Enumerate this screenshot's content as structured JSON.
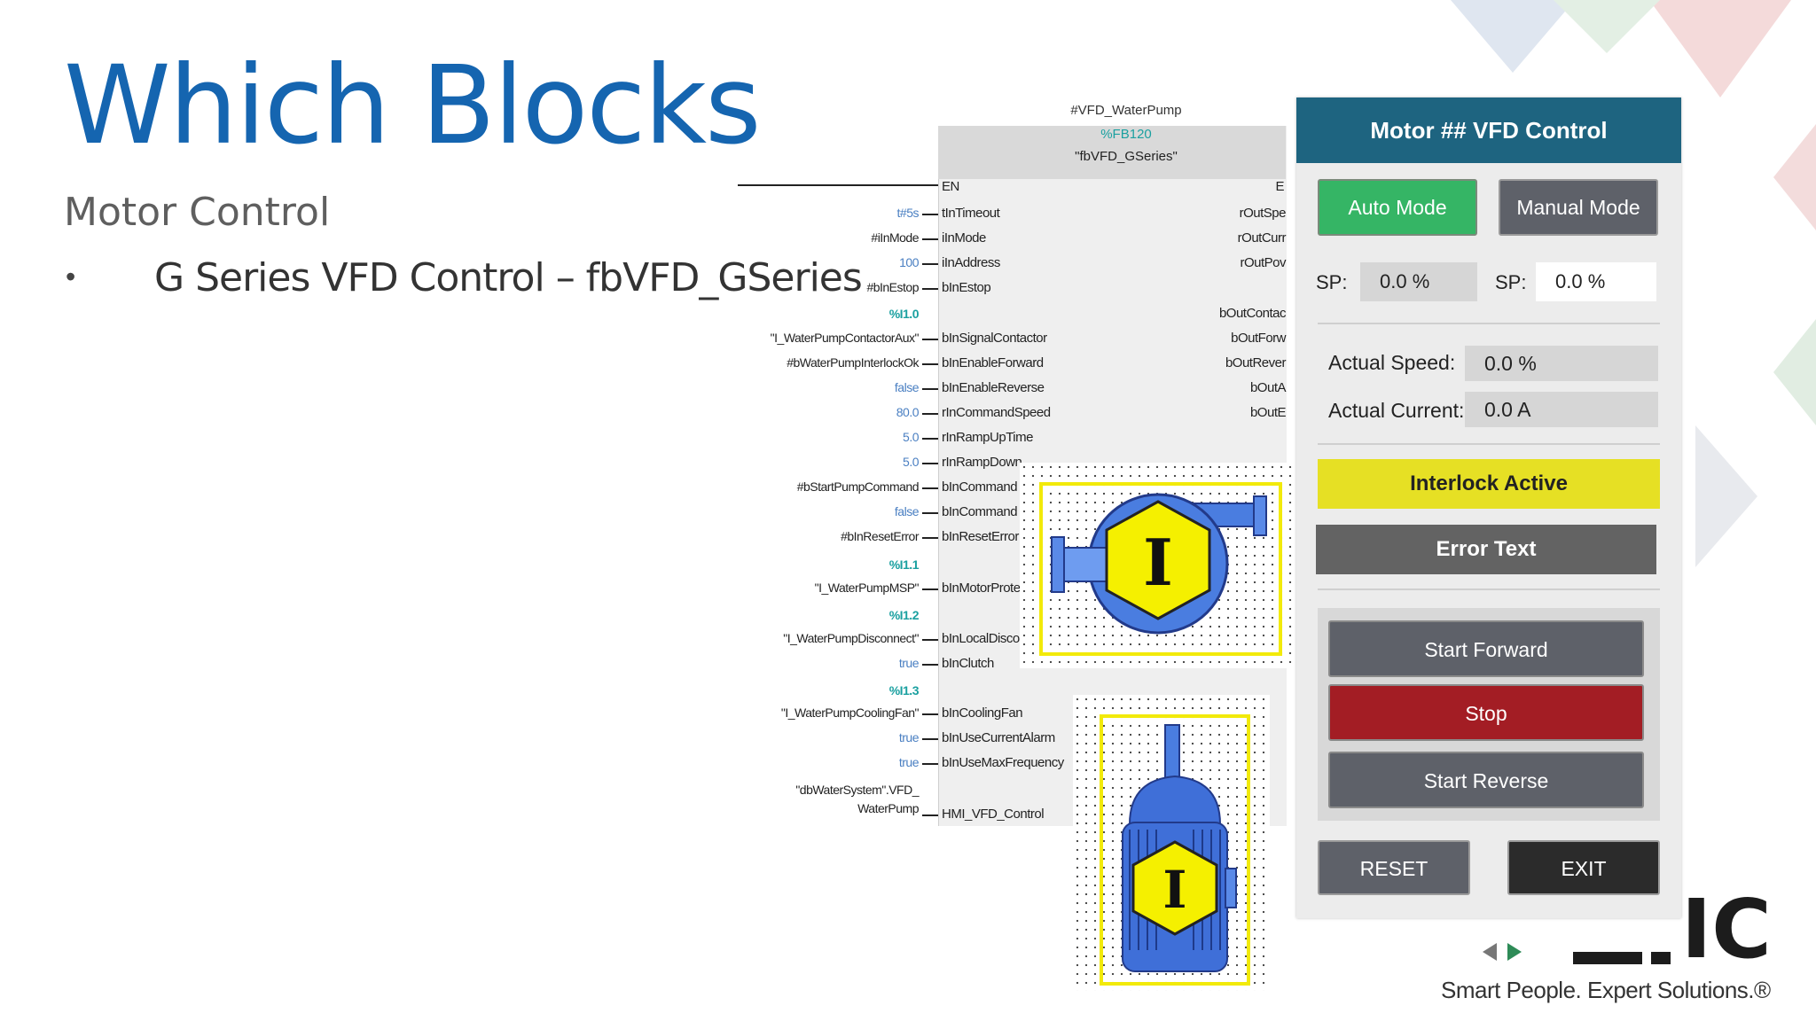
{
  "slide": {
    "title": "Which Blocks",
    "subtitle": "Motor Control",
    "bullet_marker": "•",
    "bullet_text": "G Series VFD Control – fbVFD_GSeries"
  },
  "function_block": {
    "instance": "#VFD_WaterPump",
    "number": "%FB120",
    "type": "\"fbVFD_GSeries\"",
    "enable_in": "EN",
    "enable_out": "E",
    "inputs": [
      {
        "pin": "tInTimeout",
        "value": "t#5s",
        "color": "blue"
      },
      {
        "pin": "iInMode",
        "value": "#iInMode",
        "color": "black"
      },
      {
        "pin": "iInAddress",
        "value": "100",
        "color": "blue"
      },
      {
        "pin": "bInEstop",
        "value": "#bInEstop",
        "color": "black"
      },
      {
        "pin": "bInSignalContactor",
        "address": "%I1.0",
        "value": "\"I_WaterPumpContactorAux\"",
        "color": "black"
      },
      {
        "pin": "bInEnableForward",
        "value": "#bWaterPumpInterlockOk",
        "color": "black"
      },
      {
        "pin": "bInEnableReverse",
        "value": "false",
        "color": "blue"
      },
      {
        "pin": "rInCommandSpeed",
        "value": "80.0",
        "color": "blue"
      },
      {
        "pin": "rInRampUpTime",
        "value": "5.0",
        "color": "blue"
      },
      {
        "pin": "rInRampDown",
        "value": "5.0",
        "color": "blue"
      },
      {
        "pin": "bInCommand",
        "value": "#bStartPumpCommand",
        "color": "black"
      },
      {
        "pin": "bInCommand",
        "value": "false",
        "color": "blue"
      },
      {
        "pin": "bInResetError",
        "value": "#bInResetError",
        "color": "black"
      },
      {
        "pin": "bInMotorProte",
        "address": "%I1.1",
        "value": "\"I_WaterPumpMSP\"",
        "color": "black"
      },
      {
        "pin": "bInLocalDisco",
        "address": "%I1.2",
        "value": "\"I_WaterPumpDisconnect\"",
        "color": "black"
      },
      {
        "pin": "bInClutch",
        "value": "true",
        "color": "blue"
      },
      {
        "pin": "bInCoolingFan",
        "address": "%I1.3",
        "value": "\"I_WaterPumpCoolingFan\"",
        "color": "black"
      },
      {
        "pin": "bInUseCurrentAlarm",
        "value": "true",
        "color": "blue"
      },
      {
        "pin": "bInUseMaxFrequency",
        "value": "true",
        "color": "blue"
      },
      {
        "pin": "HMI_VFD_Control",
        "value": "\"dbWaterSystem\".VFD_",
        "value2": "WaterPump",
        "color": "black"
      }
    ],
    "outputs": [
      "rOutSpe",
      "rOutCurr",
      "rOutPov",
      "bOutContac",
      "bOutForw",
      "bOutRever",
      "bOutA",
      "bOutE"
    ]
  },
  "hmi": {
    "title": "Motor ## VFD Control",
    "auto_mode": "Auto Mode",
    "manual_mode": "Manual Mode",
    "sp_label": "SP:",
    "sp_value_1": "0.0 %",
    "sp_value_2": "0.0 %",
    "actual_speed_label": "Actual Speed:",
    "actual_speed_value": "0.0 %",
    "actual_current_label": "Actual Current:",
    "actual_current_value": "0.0 A",
    "interlock": "Interlock Active",
    "error_text": "Error Text",
    "start_forward": "Start Forward",
    "stop": "Stop",
    "start_reverse": "Start Reverse",
    "reset": "RESET",
    "exit": "EXIT",
    "colors": {
      "header": "#1e6480",
      "auto_mode": "#35b565",
      "interlock": "#e6e024",
      "stop": "#a31d24",
      "button_gray": "#5e6169"
    }
  },
  "symbols": {
    "pump_letter": "I",
    "motor_letter": "I"
  },
  "logo": {
    "mark": "IC",
    "tagline": "Smart People. Expert Solutions.®"
  }
}
